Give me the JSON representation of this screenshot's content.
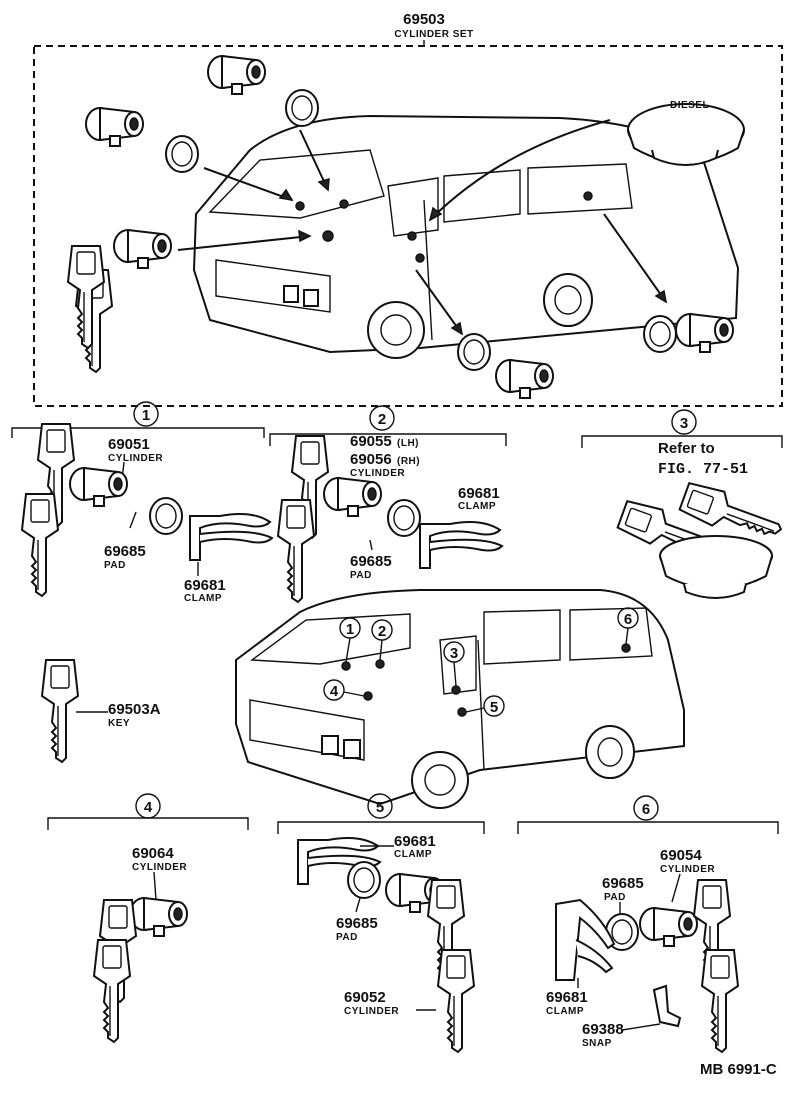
{
  "cylinder_set": {
    "part_no": "69503",
    "label": "CYLINDER SET"
  },
  "groups": {
    "g1": {
      "index": "1",
      "cylinder_no": "69051",
      "cylinder_label": "CYLINDER",
      "pad_no": "69685",
      "pad_label": "PAD",
      "clamp_no": "69681",
      "clamp_label": "CLAMP"
    },
    "g2": {
      "index": "2",
      "cylinder_no_lh": "69055",
      "lh": "(LH)",
      "cylinder_no_rh": "69056",
      "rh": "(RH)",
      "cylinder_label": "CYLINDER",
      "clamp_no": "69681",
      "clamp_label": "CLAMP",
      "pad_no": "69685",
      "pad_label": "PAD"
    },
    "g3": {
      "index": "3",
      "refer_line1": "Refer to",
      "refer_line2": "FIG. 77-51"
    },
    "g4": {
      "index": "4",
      "cylinder_no": "69064",
      "cylinder_label": "CYLINDER"
    },
    "g5": {
      "index": "5",
      "clamp_no": "69681",
      "clamp_label": "CLAMP",
      "pad_no": "69685",
      "pad_label": "PAD",
      "cylinder_no": "69052",
      "cylinder_label": "CYLINDER"
    },
    "g6": {
      "index": "6",
      "cylinder_no": "69054",
      "cylinder_label": "CYLINDER",
      "pad_no": "69685",
      "pad_label": "PAD",
      "clamp_no": "69681",
      "clamp_label": "CLAMP",
      "snap_no": "69388",
      "snap_label": "SNAP"
    }
  },
  "key": {
    "part_no": "69503A",
    "label": "KEY"
  },
  "van_callouts": [
    "1",
    "2",
    "3",
    "4",
    "5",
    "6"
  ],
  "fuel_cap_text": "DIESEL",
  "figure_code": "MB 6991-C"
}
